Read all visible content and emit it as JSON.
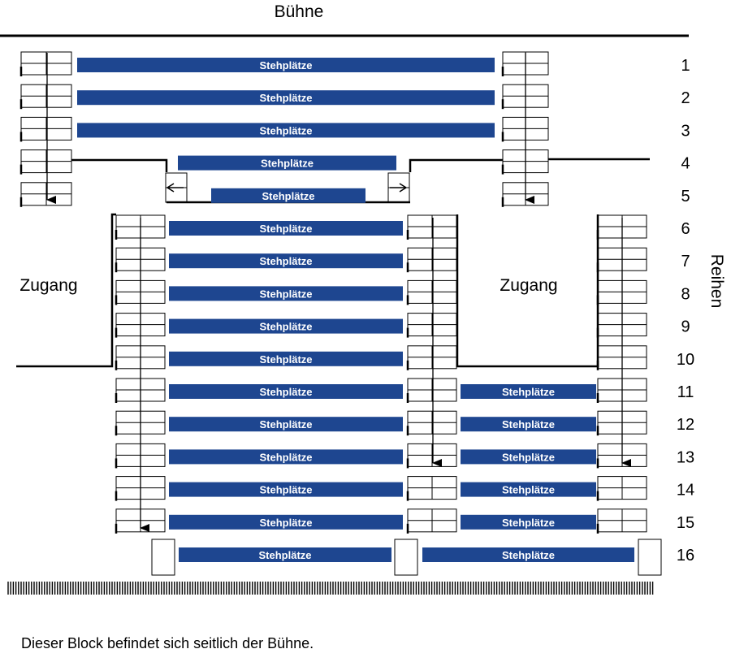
{
  "stage_label": "Bühne",
  "rows_axis_label": "Reihen",
  "standing_label": "Stehplätze",
  "entrance_label": "Zugang",
  "row_numbers": [
    "1",
    "2",
    "3",
    "4",
    "5",
    "6",
    "7",
    "8",
    "9",
    "10",
    "11",
    "12",
    "13",
    "14",
    "15",
    "16"
  ],
  "footnote": "Dieser Block befindet sich seitlich der Bühne.",
  "colors": {
    "standing_fill": "#1e4690",
    "label_text": "#ffffff",
    "lines": "#000000"
  }
}
